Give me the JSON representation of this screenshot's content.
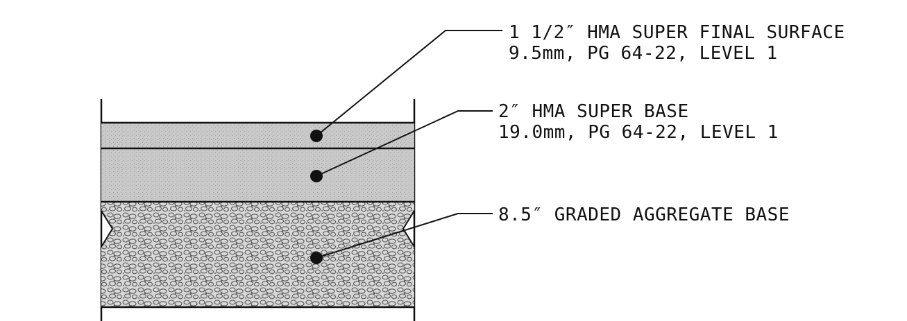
{
  "layers": [
    {
      "id": "surface",
      "lines": [
        "1 1/2″ HMA SUPER FINAL SURFACE",
        "9.5mm, PG 64-22, LEVEL 1"
      ]
    },
    {
      "id": "base",
      "lines": [
        "2″ HMA SUPER BASE",
        "19.0mm, PG 64-22, LEVEL 1"
      ]
    },
    {
      "id": "aggregate",
      "lines": [
        "8.5″ GRADED AGGREGATE BASE"
      ]
    }
  ],
  "colors": {
    "line": "#111111",
    "asphalt_fill": "#c9c9c9",
    "aggregate_fill": "#d8d8d8"
  }
}
